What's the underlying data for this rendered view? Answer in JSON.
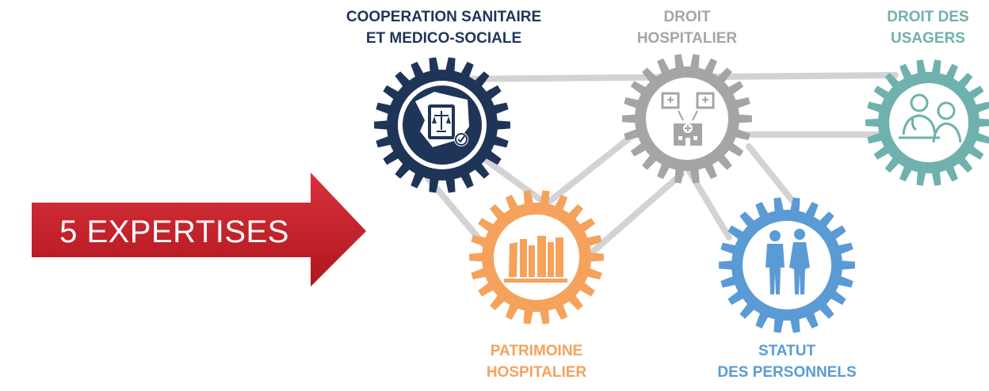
{
  "arrow": {
    "label": "5 EXPERTISES",
    "color": "#c8202a"
  },
  "connector_color": "#d3d3d3",
  "gears": [
    {
      "id": "cooperation",
      "line1": "COOPERATION SANITAIRE",
      "line2": "ET MEDICO-SOCIALE",
      "color": "#1f3558",
      "icon": "law-book-map-icon"
    },
    {
      "id": "droit-hospitalier",
      "line1": "DROIT",
      "line2": "HOSPITALIER",
      "color": "#a5a5a5",
      "icon": "hospital-icon"
    },
    {
      "id": "droit-usagers",
      "line1": "DROIT DES",
      "line2": "USAGERS",
      "color": "#6fb1ad",
      "icon": "doctor-patient-icon"
    },
    {
      "id": "patrimoine",
      "line1": "PATRIMOINE",
      "line2": "HOSPITALIER",
      "color": "#f5a25c",
      "icon": "books-icon"
    },
    {
      "id": "statut",
      "line1": "STATUT",
      "line2": "DES PERSONNELS",
      "color": "#5b9bd5",
      "icon": "people-icon"
    }
  ]
}
